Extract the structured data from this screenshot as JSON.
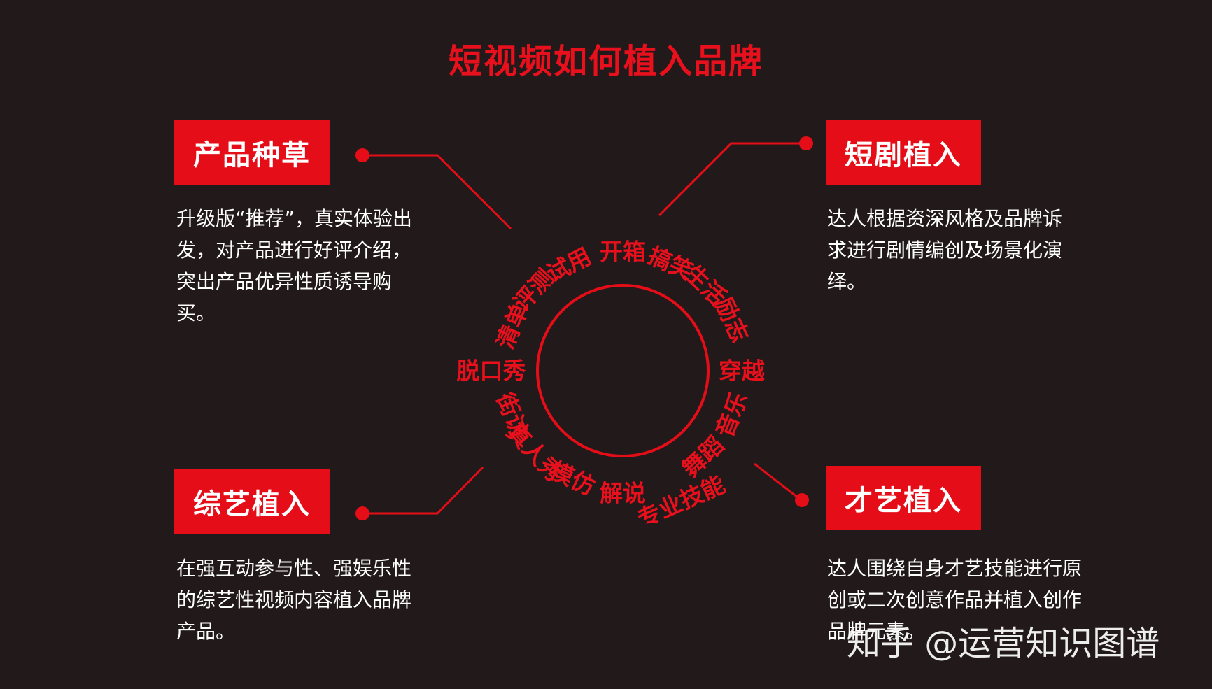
{
  "title": "短视频如何植入品牌",
  "colors": {
    "accent": "#e50d17",
    "background": "#221a1a",
    "text": "#ffffff"
  },
  "sections": {
    "top_left": {
      "tag": "产品种草",
      "desc": "升级版“推荐”，真实体验出发，对产品进行好评介绍，突出产品优异性质诱导购买。"
    },
    "top_right": {
      "tag": "短剧植入",
      "desc": "达人根据资深风格及品牌诉求进行剧情编创及场景化演绎。"
    },
    "bottom_left": {
      "tag": "综艺植入",
      "desc": "在强互动参与性、强娱乐性的综艺性视频内容植入品牌产品。"
    },
    "bottom_right": {
      "tag": "才艺植入",
      "desc": "达人围绕自身才艺技能进行原创或二次创意作品并植入创作品牌元素。"
    }
  },
  "keywords": [
    "开箱",
    "搞笑",
    "生活",
    "励志",
    "穿越",
    "音乐",
    "舞蹈",
    "专业技能",
    "解说",
    "模仿",
    "真人秀",
    "街访",
    "脱口秀",
    "清单",
    "评测",
    "试用"
  ],
  "watermark": "知乎 @运营知识图谱"
}
